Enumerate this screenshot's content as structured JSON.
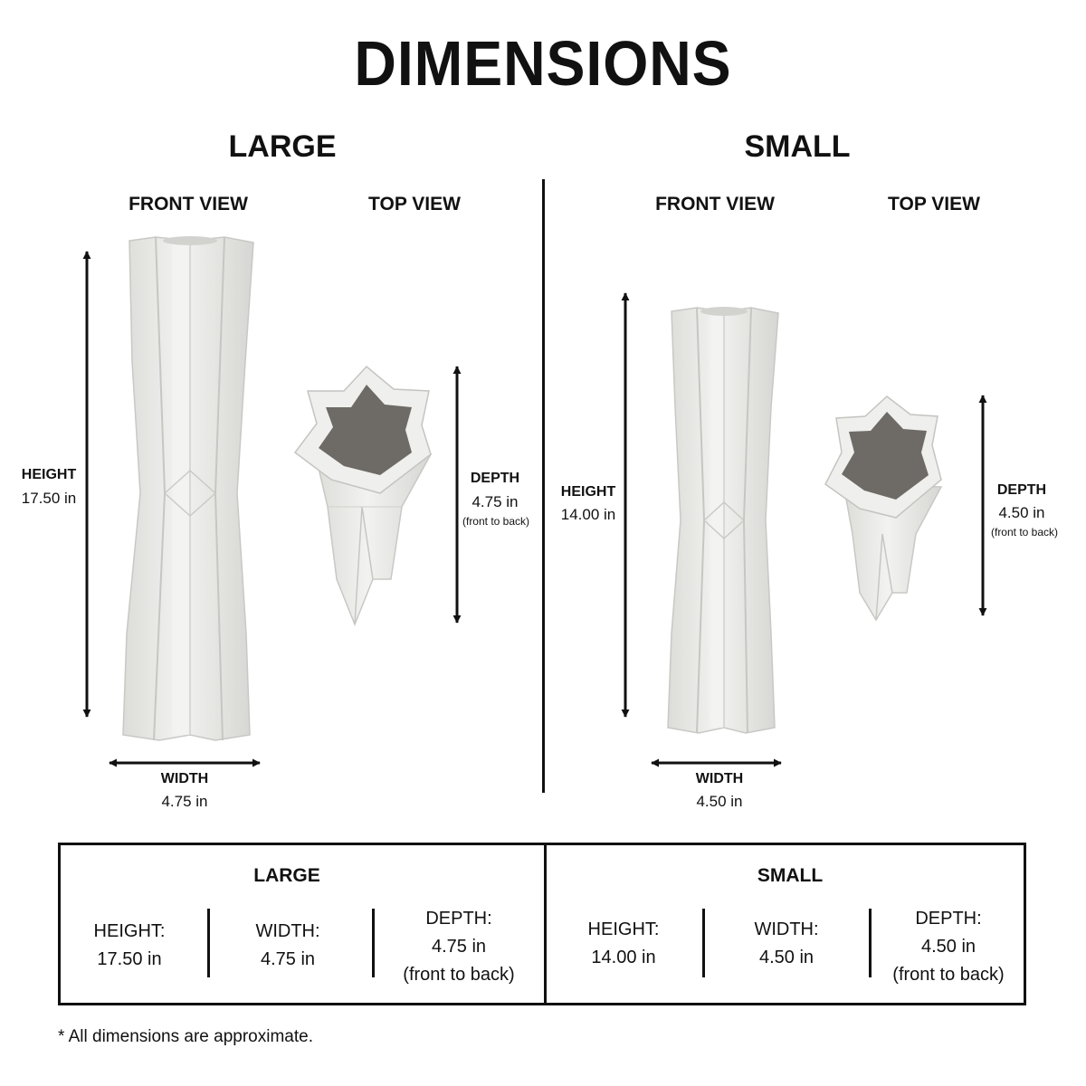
{
  "title": "DIMENSIONS",
  "large": {
    "title": "LARGE",
    "front_view": "FRONT VIEW",
    "top_view": "TOP VIEW",
    "height_label": "HEIGHT",
    "height_value": "17.50 in",
    "width_label": "WIDTH",
    "width_value": "4.75 in",
    "depth_label": "DEPTH",
    "depth_value": "4.75 in",
    "depth_note": "(front to back)"
  },
  "small": {
    "title": "SMALL",
    "front_view": "FRONT VIEW",
    "top_view": "TOP VIEW",
    "height_label": "HEIGHT",
    "height_value": "14.00 in",
    "width_label": "WIDTH",
    "width_value": "4.50 in",
    "depth_label": "DEPTH",
    "depth_value": "4.50 in",
    "depth_note": "(front to back)"
  },
  "table": {
    "large": {
      "title": "LARGE",
      "height_label": "HEIGHT:",
      "height_value": "17.50 in",
      "width_label": "WIDTH:",
      "width_value": "4.75 in",
      "depth_label": "DEPTH:",
      "depth_value": "4.75 in",
      "depth_note": "(front to back)"
    },
    "small": {
      "title": "SMALL",
      "height_label": "HEIGHT:",
      "height_value": "14.00 in",
      "width_label": "WIDTH:",
      "width_value": "4.50 in",
      "depth_label": "DEPTH:",
      "depth_value": "4.50 in",
      "depth_note": "(front to back)"
    }
  },
  "footnote": "*  All dimensions are approximate.",
  "colors": {
    "vase_fill": "#ececea",
    "vase_shade": "#d8d8d5",
    "vase_inner": "#6e6b66",
    "ink": "#111111"
  }
}
